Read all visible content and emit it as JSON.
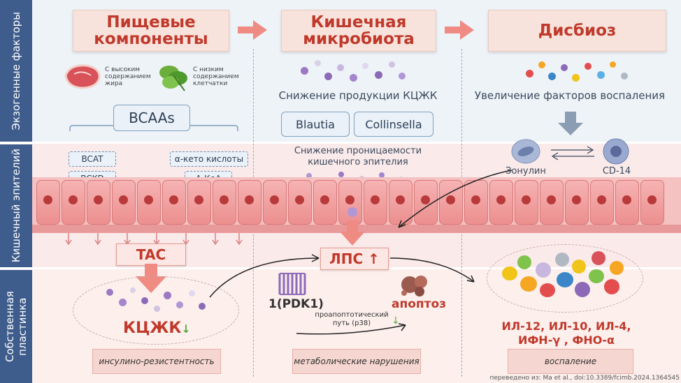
{
  "bands": {
    "top": "Экзогенные факторы",
    "mid": "Кишечный эпителий",
    "bot": "Собственная пластинка"
  },
  "headers": {
    "h1": "Пищевые компоненты",
    "h2": "Кишечная микробиота",
    "h3": "Дисбиоз"
  },
  "food": {
    "meat_label": "С высоким содержанием жира",
    "greens_label": "С низким содержанием клетчатки"
  },
  "col1": {
    "bcaas": "BCAAs",
    "bcat": "BCAT",
    "bckd": "BCKD",
    "keto": "α-кето кислоты",
    "acoa": "А-КоА",
    "tac": "TAC",
    "scfa": "КЦЖК",
    "scfa_arrow": "↓",
    "outcome": "инсулино-резистентность"
  },
  "col2": {
    "reduction": "Снижение продукции КЦЖК",
    "blautia": "Blautia",
    "collinsella": "Collinsella",
    "permeability": "Снижение проницаемости кишечного эпителия",
    "lps": "ЛПС ↑",
    "pdk": "1(PDK1)",
    "apoptosis": "апоптоз",
    "pathway": "проапоптотический путь (р38)",
    "pathway_arrow": "↓",
    "outcome": "метаболические нарушения"
  },
  "col3": {
    "increase": "Увеличение факторов воспаления",
    "zonulin": "Зонулин",
    "cd14": "CD-14",
    "cytokines": "ИЛ-12, ИЛ-10, ИЛ-4, ИФН-γ , ФНО-α",
    "outcome": "воспаление"
  },
  "citation": "переведено из: Ma et al., doi:10.3389/fcimb.2024.1364545",
  "colors": {
    "band": "#3e5c8c",
    "header_text": "#c0392b",
    "arrow": "#ef8b83"
  }
}
